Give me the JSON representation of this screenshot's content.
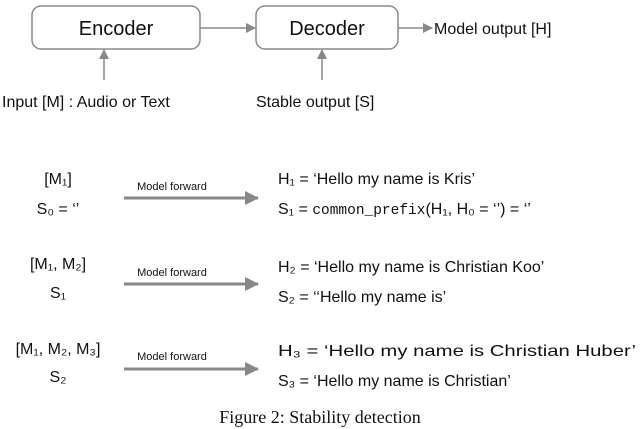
{
  "top": {
    "encoder_label": "Encoder",
    "decoder_label": "Decoder",
    "model_output_label": "Model output [H]",
    "input_label": "Input [M] : Audio or Text",
    "stable_output_label": "Stable output [S]"
  },
  "steps": [
    {
      "input_line": "[M₁]",
      "stable_line": "S₀ = ‘’",
      "forward_label": "Model forward",
      "hyp_line": "H₁ = ‘Hello my name is Kris’",
      "stable_result_prefix": "S₁ = ",
      "stable_result_func": "common_prefix",
      "stable_result_suffix": "(H₁, H₀ = ‘’) = ‘’"
    },
    {
      "input_line": "[M₁, M₂]",
      "stable_line": "S₁",
      "forward_label": "Model forward",
      "hyp_line": "H₂ = ‘Hello my name is Christian Koo’",
      "stable_result_prefix": "S₂ = ‘‘Hello my name is’",
      "stable_result_func": "",
      "stable_result_suffix": ""
    },
    {
      "input_line": "[M₁, M₂, M₃]",
      "stable_line": "S₂",
      "forward_label": "Model forward",
      "hyp_line": "H₃ = ‘Hello my name is Christian Huber’",
      "stable_result_prefix": "S₃ = ‘Hello my name is Christian’",
      "stable_result_func": "",
      "stable_result_suffix": ""
    }
  ],
  "caption": "Figure 2: Stability detection"
}
